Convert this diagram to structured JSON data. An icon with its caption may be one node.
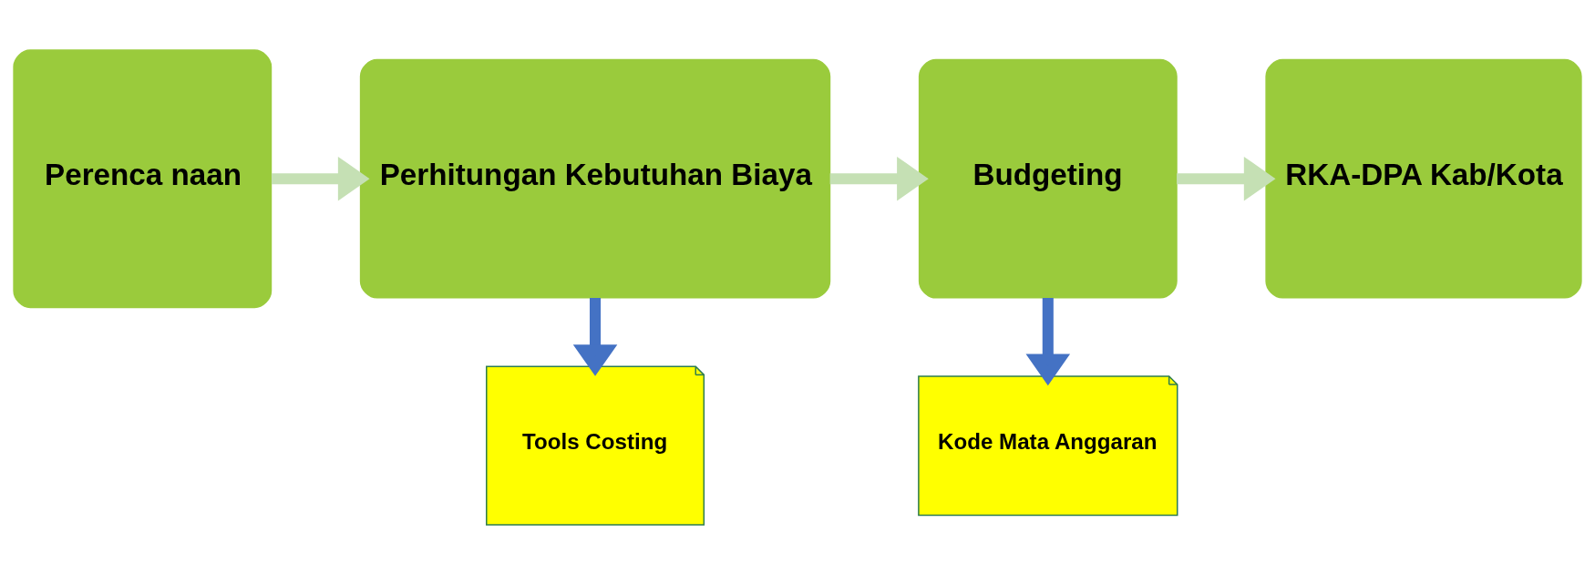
{
  "diagram": {
    "nodes": [
      {
        "text": [
          "Perenca naan"
        ]
      },
      {
        "text": [
          "Perhitungan Kebutuhan Biaya"
        ]
      },
      {
        "text": [
          "Budgeting"
        ]
      },
      {
        "text": [
          "RKA-DPA Kab/Kota"
        ]
      },
      {
        "text": [
          "Tools Costing"
        ]
      },
      {
        "text": [
          "Kode Mata Anggaran"
        ]
      }
    ],
    "edges": [
      {
        "from": 0,
        "to": 1,
        "arrow": "to"
      },
      {
        "from": 1,
        "to": 2,
        "arrow": "to"
      },
      {
        "from": 2,
        "to": 3,
        "arrow": "to"
      },
      {
        "from": 1,
        "to": 4,
        "arrow": "to",
        "color": "#4472c4"
      },
      {
        "from": 2,
        "to": 5,
        "arrow": "to",
        "color": "#4472c4"
      }
    ]
  }
}
